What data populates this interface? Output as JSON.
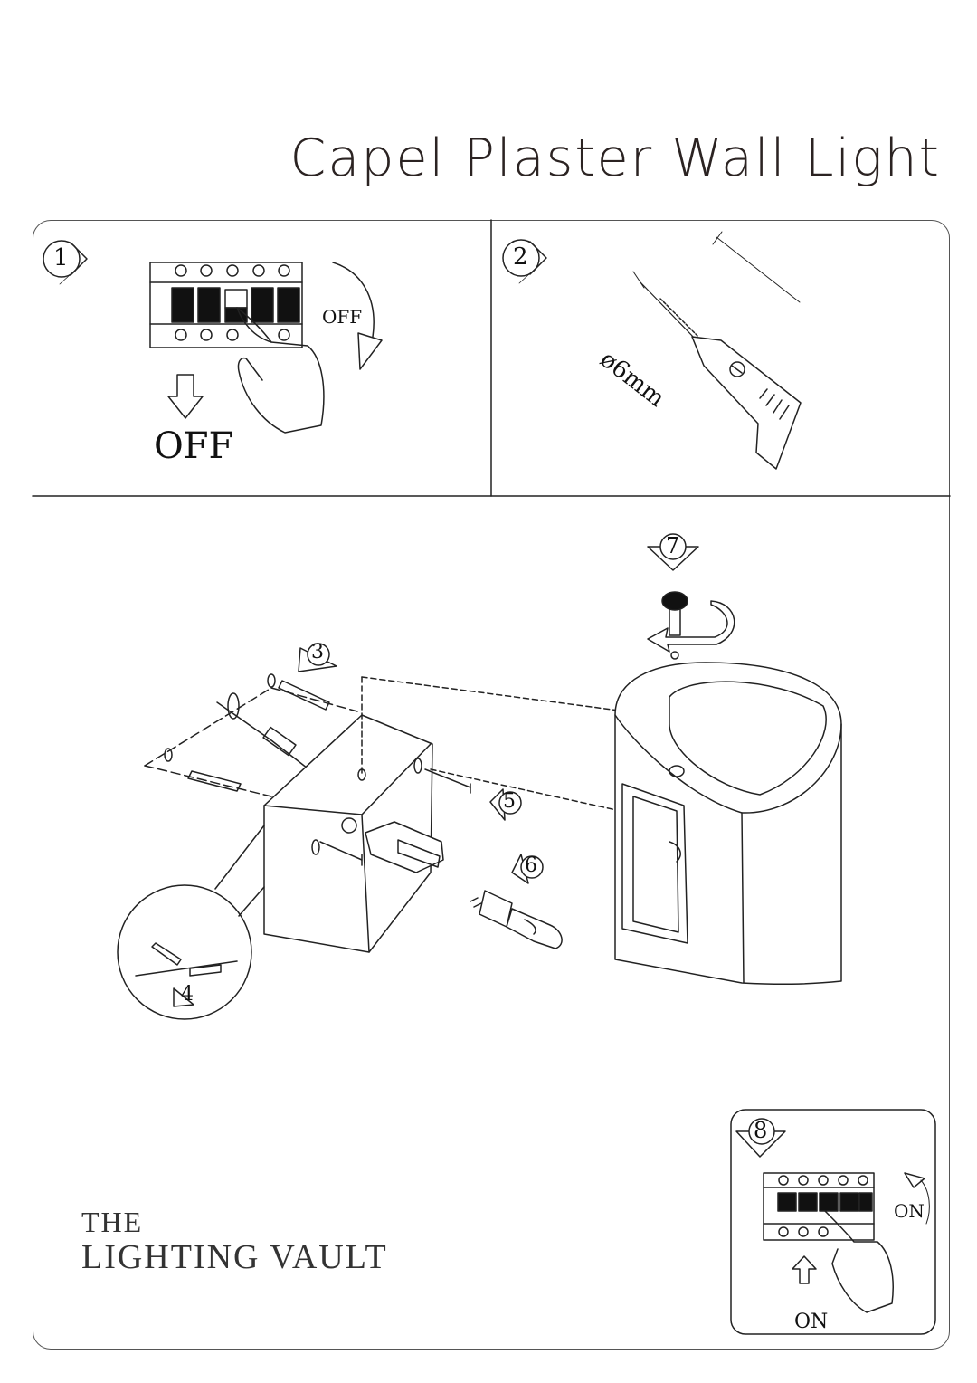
{
  "document": {
    "title": "Capel Plaster Wall Light"
  },
  "steps": {
    "s1": "1",
    "s2": "2",
    "s3": "3",
    "s4": "4",
    "s5": "5",
    "s6": "6",
    "s7": "7",
    "s8": "8"
  },
  "labels": {
    "off_small": "OFF",
    "off_large": "OFF",
    "drill_size": "ø6mm",
    "on_small": "ON",
    "on_large": "ON"
  },
  "brand": {
    "line1": "THE",
    "line2": "LIGHTING VAULT"
  },
  "icons": {
    "breaker": "circuit-breaker-icon",
    "hand": "pointing-hand-icon",
    "arrow_down": "arrow-down-icon",
    "arrow_up": "arrow-up-icon",
    "drill": "drill-icon"
  }
}
